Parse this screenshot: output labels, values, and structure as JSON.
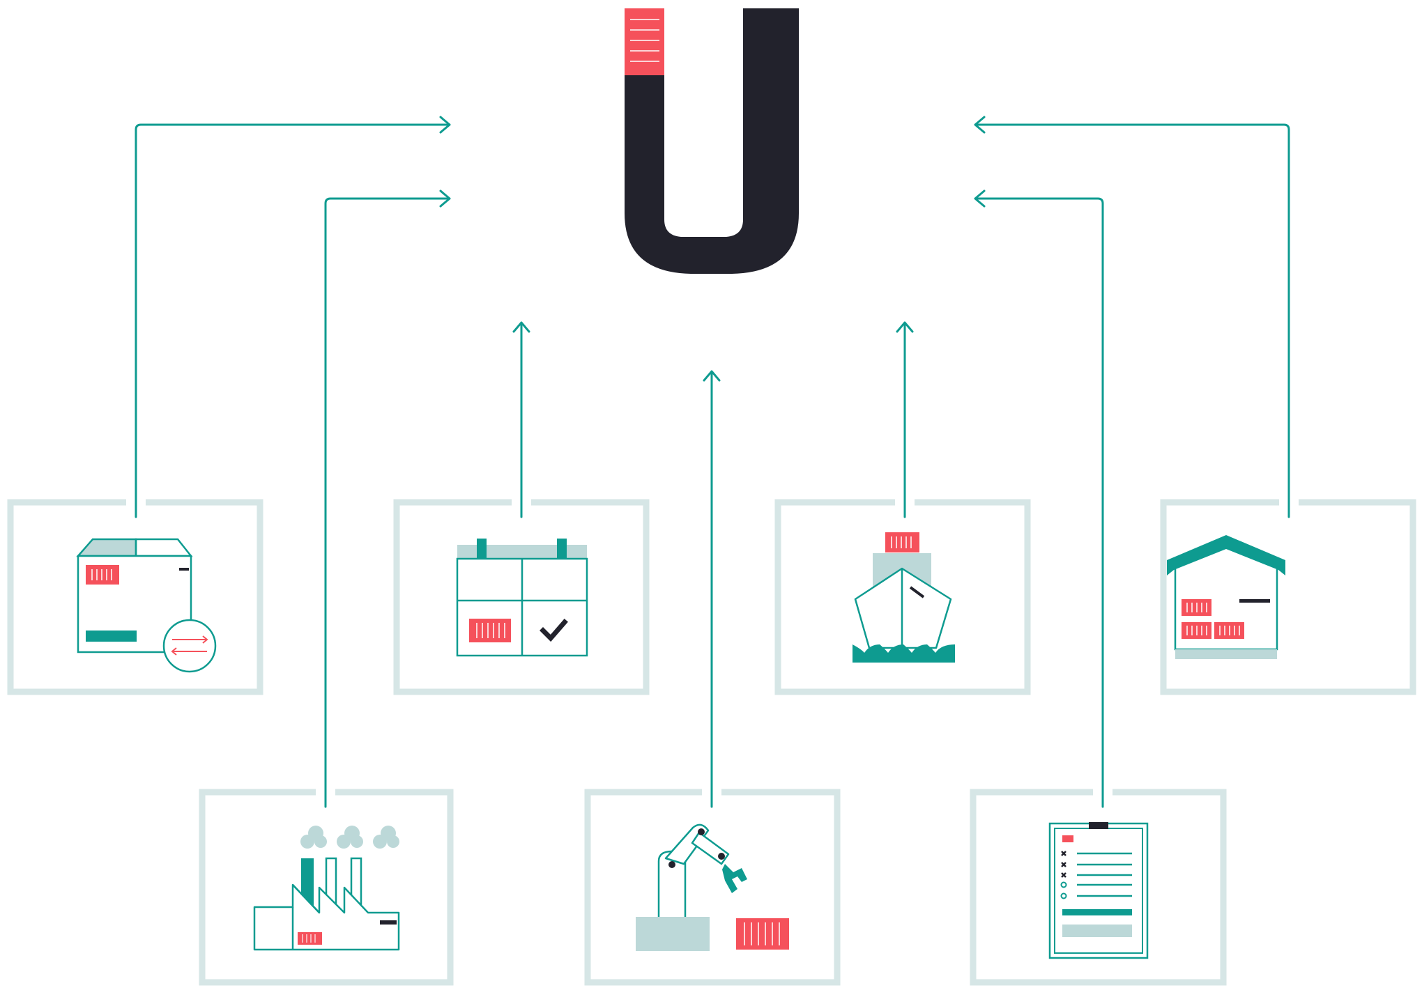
{
  "diagram": {
    "hub": {
      "label": "",
      "icon": "u-logo-icon",
      "colors": {
        "body": "#22222c",
        "cap": "#f5515b",
        "cap_lines": "#fbd4d7"
      }
    },
    "colors": {
      "teal": "#0e9b90",
      "frame": "#d6e6e6",
      "light_fill": "#bcd8d8",
      "red": "#f5515b",
      "dark": "#22222c"
    },
    "nodes": [
      {
        "id": "package-exchange",
        "label": "",
        "icon": "package-exchange-icon"
      },
      {
        "id": "schedule",
        "label": "",
        "icon": "calendar-icon"
      },
      {
        "id": "shipping",
        "label": "",
        "icon": "container-ship-icon"
      },
      {
        "id": "warehouse",
        "label": "",
        "icon": "warehouse-icon"
      },
      {
        "id": "manufacturing",
        "label": "",
        "icon": "factory-icon"
      },
      {
        "id": "automation",
        "label": "",
        "icon": "robot-arm-icon"
      },
      {
        "id": "checklist",
        "label": "",
        "icon": "clipboard-checklist-icon"
      }
    ],
    "connections": [
      {
        "from": "package-exchange",
        "to": "hub"
      },
      {
        "from": "manufacturing",
        "to": "hub"
      },
      {
        "from": "schedule",
        "to": "hub"
      },
      {
        "from": "automation",
        "to": "hub"
      },
      {
        "from": "shipping",
        "to": "hub"
      },
      {
        "from": "checklist",
        "to": "hub"
      },
      {
        "from": "warehouse",
        "to": "hub"
      }
    ]
  }
}
